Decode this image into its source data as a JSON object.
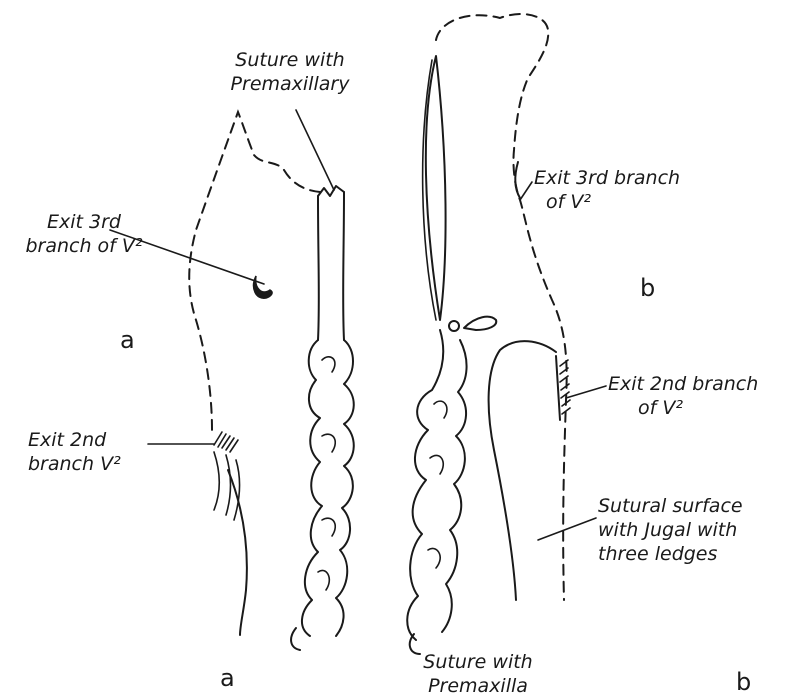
{
  "labels": {
    "suture_top_line1": "Suture with",
    "suture_top_line2": "Premaxillary",
    "exit3_a_line1": "Exit 3rd",
    "exit3_a_line2": "branch of V²",
    "exit2_a_line1": "Exit 2nd",
    "exit2_a_line2": "branch V²",
    "exit3_b_line1": "Exit 3rd branch",
    "exit3_b_line2": "of V²",
    "exit2_b_line1": "Exit 2nd branch",
    "exit2_b_line2": "of V²",
    "sutural_line1": "Sutural surface",
    "sutural_line2": "with Jugal with",
    "sutural_line3": "three ledges",
    "suture_bottom_line1": "Suture with",
    "suture_bottom_line2": "Premaxilla"
  },
  "panels": {
    "a_mid": "a",
    "a_bottom": "a",
    "b_mid": "b",
    "b_bottom": "b"
  }
}
